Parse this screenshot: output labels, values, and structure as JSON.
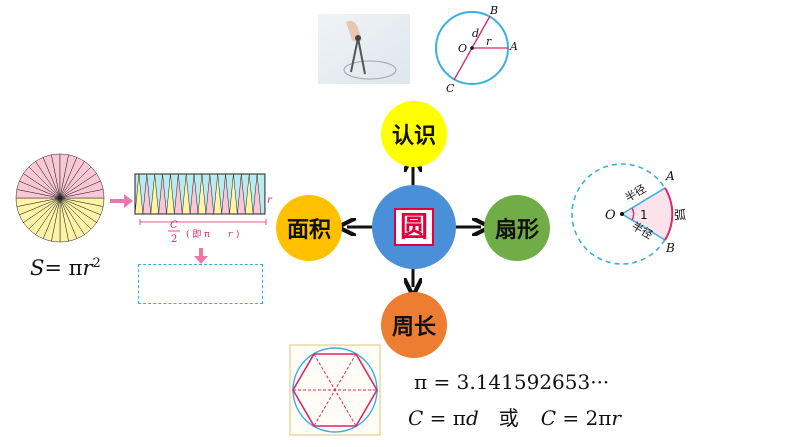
{
  "nodes": {
    "center": "圆",
    "top": "认识",
    "left": "面积",
    "right": "扇形",
    "bottom": "周长"
  },
  "colors": {
    "center": "#4a90d9",
    "top": "#ffff00",
    "left": "#ffc000",
    "right": "#70ad47",
    "bottom": "#ed7d31",
    "pink_accent": "#e879a8",
    "circle_line": "#3bb0e0"
  },
  "circle_diagram": {
    "B": "B",
    "O": "O",
    "d": "d",
    "r": "r",
    "A": "A",
    "C": "C"
  },
  "sector_diagram": {
    "O": "O",
    "angle": "1",
    "A": "A",
    "B": "B",
    "radius_top": "半径",
    "radius_bottom": "半径",
    "arc": "弧"
  },
  "area": {
    "formula_S": "S",
    "formula_eq": "= π",
    "formula_r": "r",
    "formula_exp": "2",
    "side_label": "r",
    "width_num": "C",
    "width_den": "2",
    "width_paren": "( 即 π",
    "width_r": "r",
    "width_close": ")"
  },
  "circumference": {
    "pi_value": "π = 3.141592653···",
    "formula_C1": "C",
    "formula_eq1": " = π",
    "formula_d": "d",
    "or_text": "或",
    "formula_C2": "C",
    "formula_eq2": " = 2π",
    "formula_r": "r"
  },
  "icons": [
    "compass-photo-icon",
    "hexagon-in-circle-icon",
    "radial-circle-icon"
  ]
}
